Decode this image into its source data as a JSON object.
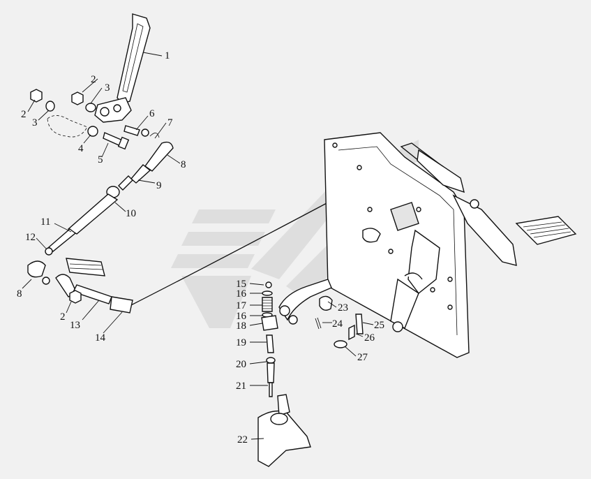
{
  "callouts": [
    "1",
    "2",
    "2",
    "2",
    "3",
    "3",
    "4",
    "5",
    "6",
    "7",
    "8",
    "8",
    "9",
    "10",
    "11",
    "12",
    "13",
    "14",
    "15",
    "16",
    "16",
    "17",
    "18",
    "19",
    "20",
    "21",
    "22",
    "23",
    "24",
    "25",
    "26",
    "27"
  ],
  "watermark": "watermark-logo"
}
